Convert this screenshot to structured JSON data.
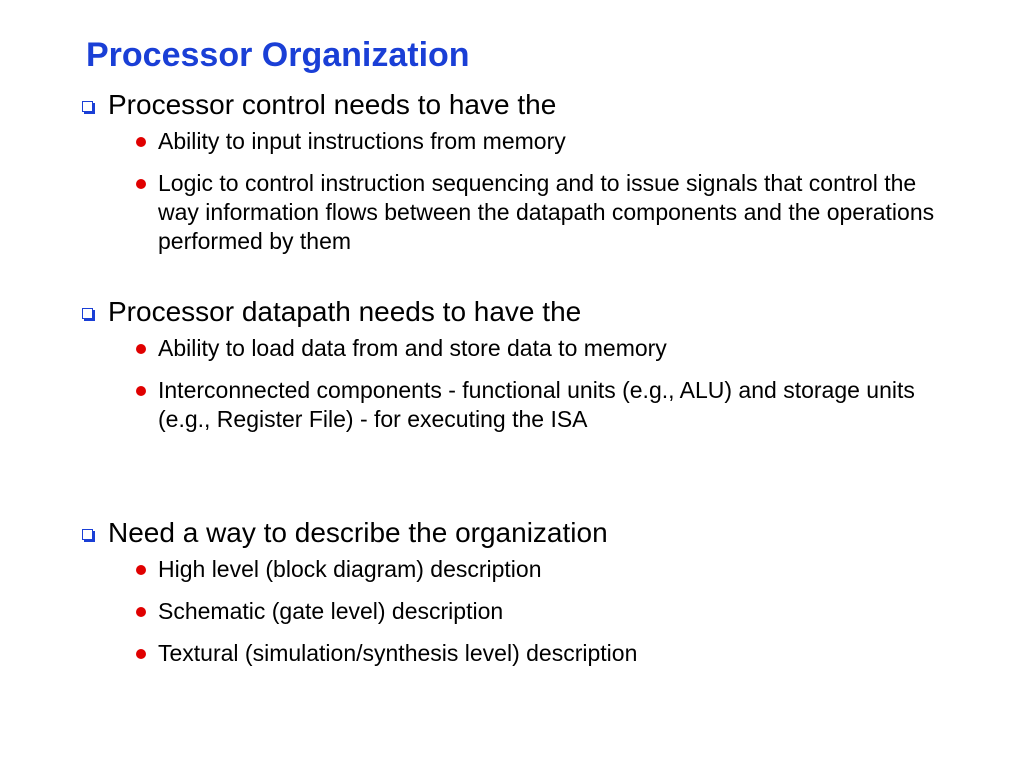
{
  "title": "Processor Organization",
  "colors": {
    "title": "#1a3fd6",
    "square_bullet": "#1a3fd6",
    "round_bullet": "#e00000"
  },
  "sections": [
    {
      "heading": "Processor control needs to have the",
      "items": [
        "Ability to input instructions from memory",
        "Logic to control instruction sequencing and to issue signals that control the way information flows between the datapath components and the operations performed by them"
      ]
    },
    {
      "heading": "Processor datapath needs to have the",
      "items": [
        "Ability to load data from and store data to memory",
        "Interconnected components - functional units (e.g., ALU) and storage units (e.g., Register File) - for executing the ISA"
      ]
    },
    {
      "heading": "Need a way to describe the organization",
      "items": [
        "High level (block diagram) description",
        "Schematic (gate level) description",
        "Textural (simulation/synthesis level) description"
      ]
    }
  ]
}
